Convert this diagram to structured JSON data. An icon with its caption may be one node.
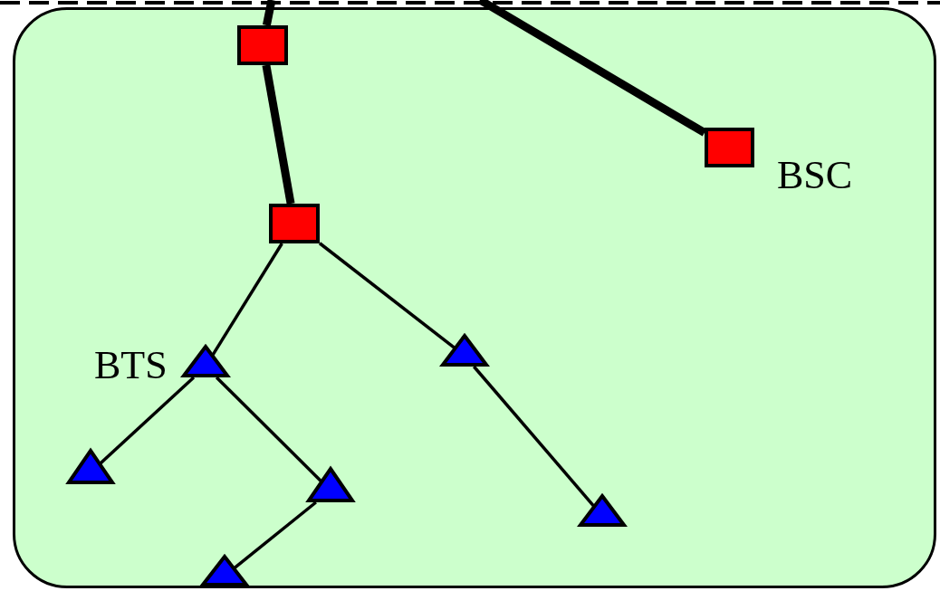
{
  "diagram": {
    "nodes": [
      {
        "text": [],
        "shape": "box"
      },
      {
        "text": [],
        "shape": "box",
        "in": 0
      },
      {
        "text": [],
        "shape": "box",
        "in": 0,
        "beside": [
          "BSC"
        ]
      },
      {
        "text": [],
        "shape": "box",
        "in": 0
      },
      {
        "text": [],
        "shape": "triangle",
        "in": 0,
        "beside": [
          "BTS"
        ]
      },
      {
        "text": [],
        "shape": "triangle",
        "in": 0
      },
      {
        "text": [],
        "shape": "triangle",
        "in": 0
      },
      {
        "text": [],
        "shape": "triangle",
        "in": 0
      },
      {
        "text": [],
        "shape": "triangle",
        "in": 0
      },
      {
        "text": [],
        "shape": "triangle",
        "in": 0
      }
    ],
    "edges": [
      {
        "from": null,
        "to": 1,
        "arrow": "none",
        "style": "thick"
      },
      {
        "from": null,
        "to": 2,
        "arrow": "none",
        "style": "thick"
      },
      {
        "from": 1,
        "to": 3,
        "arrow": "none",
        "style": "thick"
      },
      {
        "from": 3,
        "to": 4,
        "arrow": "none"
      },
      {
        "from": 3,
        "to": 5,
        "arrow": "none"
      },
      {
        "from": 4,
        "to": 6,
        "arrow": "none"
      },
      {
        "from": 4,
        "to": 7,
        "arrow": "none"
      },
      {
        "from": 7,
        "to": 9,
        "arrow": "none"
      },
      {
        "from": 5,
        "to": 8,
        "arrow": "none"
      }
    ]
  }
}
